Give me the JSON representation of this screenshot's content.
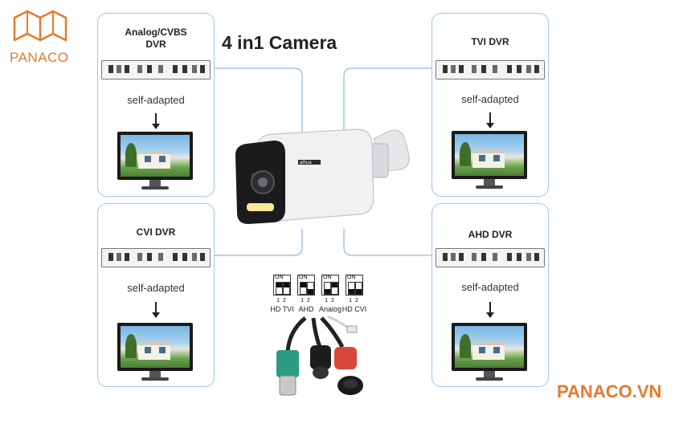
{
  "logo": {
    "text": "PANACO"
  },
  "heading": "4 in1 Camera",
  "panels": {
    "top_left": {
      "title_line1": "Analog/CVBS",
      "title_line2": "DVR",
      "adapted": "self-adapted"
    },
    "top_right": {
      "title": "TVI DVR",
      "adapted": "self-adapted"
    },
    "bottom_left": {
      "title": "CVI DVR",
      "adapted": "self-adapted"
    },
    "bottom_right": {
      "title": "AHD DVR",
      "adapted": "self-adapted"
    }
  },
  "camera": {
    "brand": "alhua"
  },
  "dip_switches": [
    {
      "on_label": "ON",
      "numbers": "12",
      "label": "HD TVI"
    },
    {
      "on_label": "ON",
      "numbers": "12",
      "label": "AHD"
    },
    {
      "on_label": "ON",
      "numbers": "12",
      "label": "Analog"
    },
    {
      "on_label": "ON",
      "numbers": "12",
      "label": "HD CVI"
    }
  ],
  "website": "PANACO.VN",
  "colors": {
    "brand_orange": "#e8792b",
    "panel_border": "#9fc8e6",
    "connector_line": "#9fc8e6",
    "cable_green": "#2f9a83",
    "cable_red": "#d9463a"
  }
}
